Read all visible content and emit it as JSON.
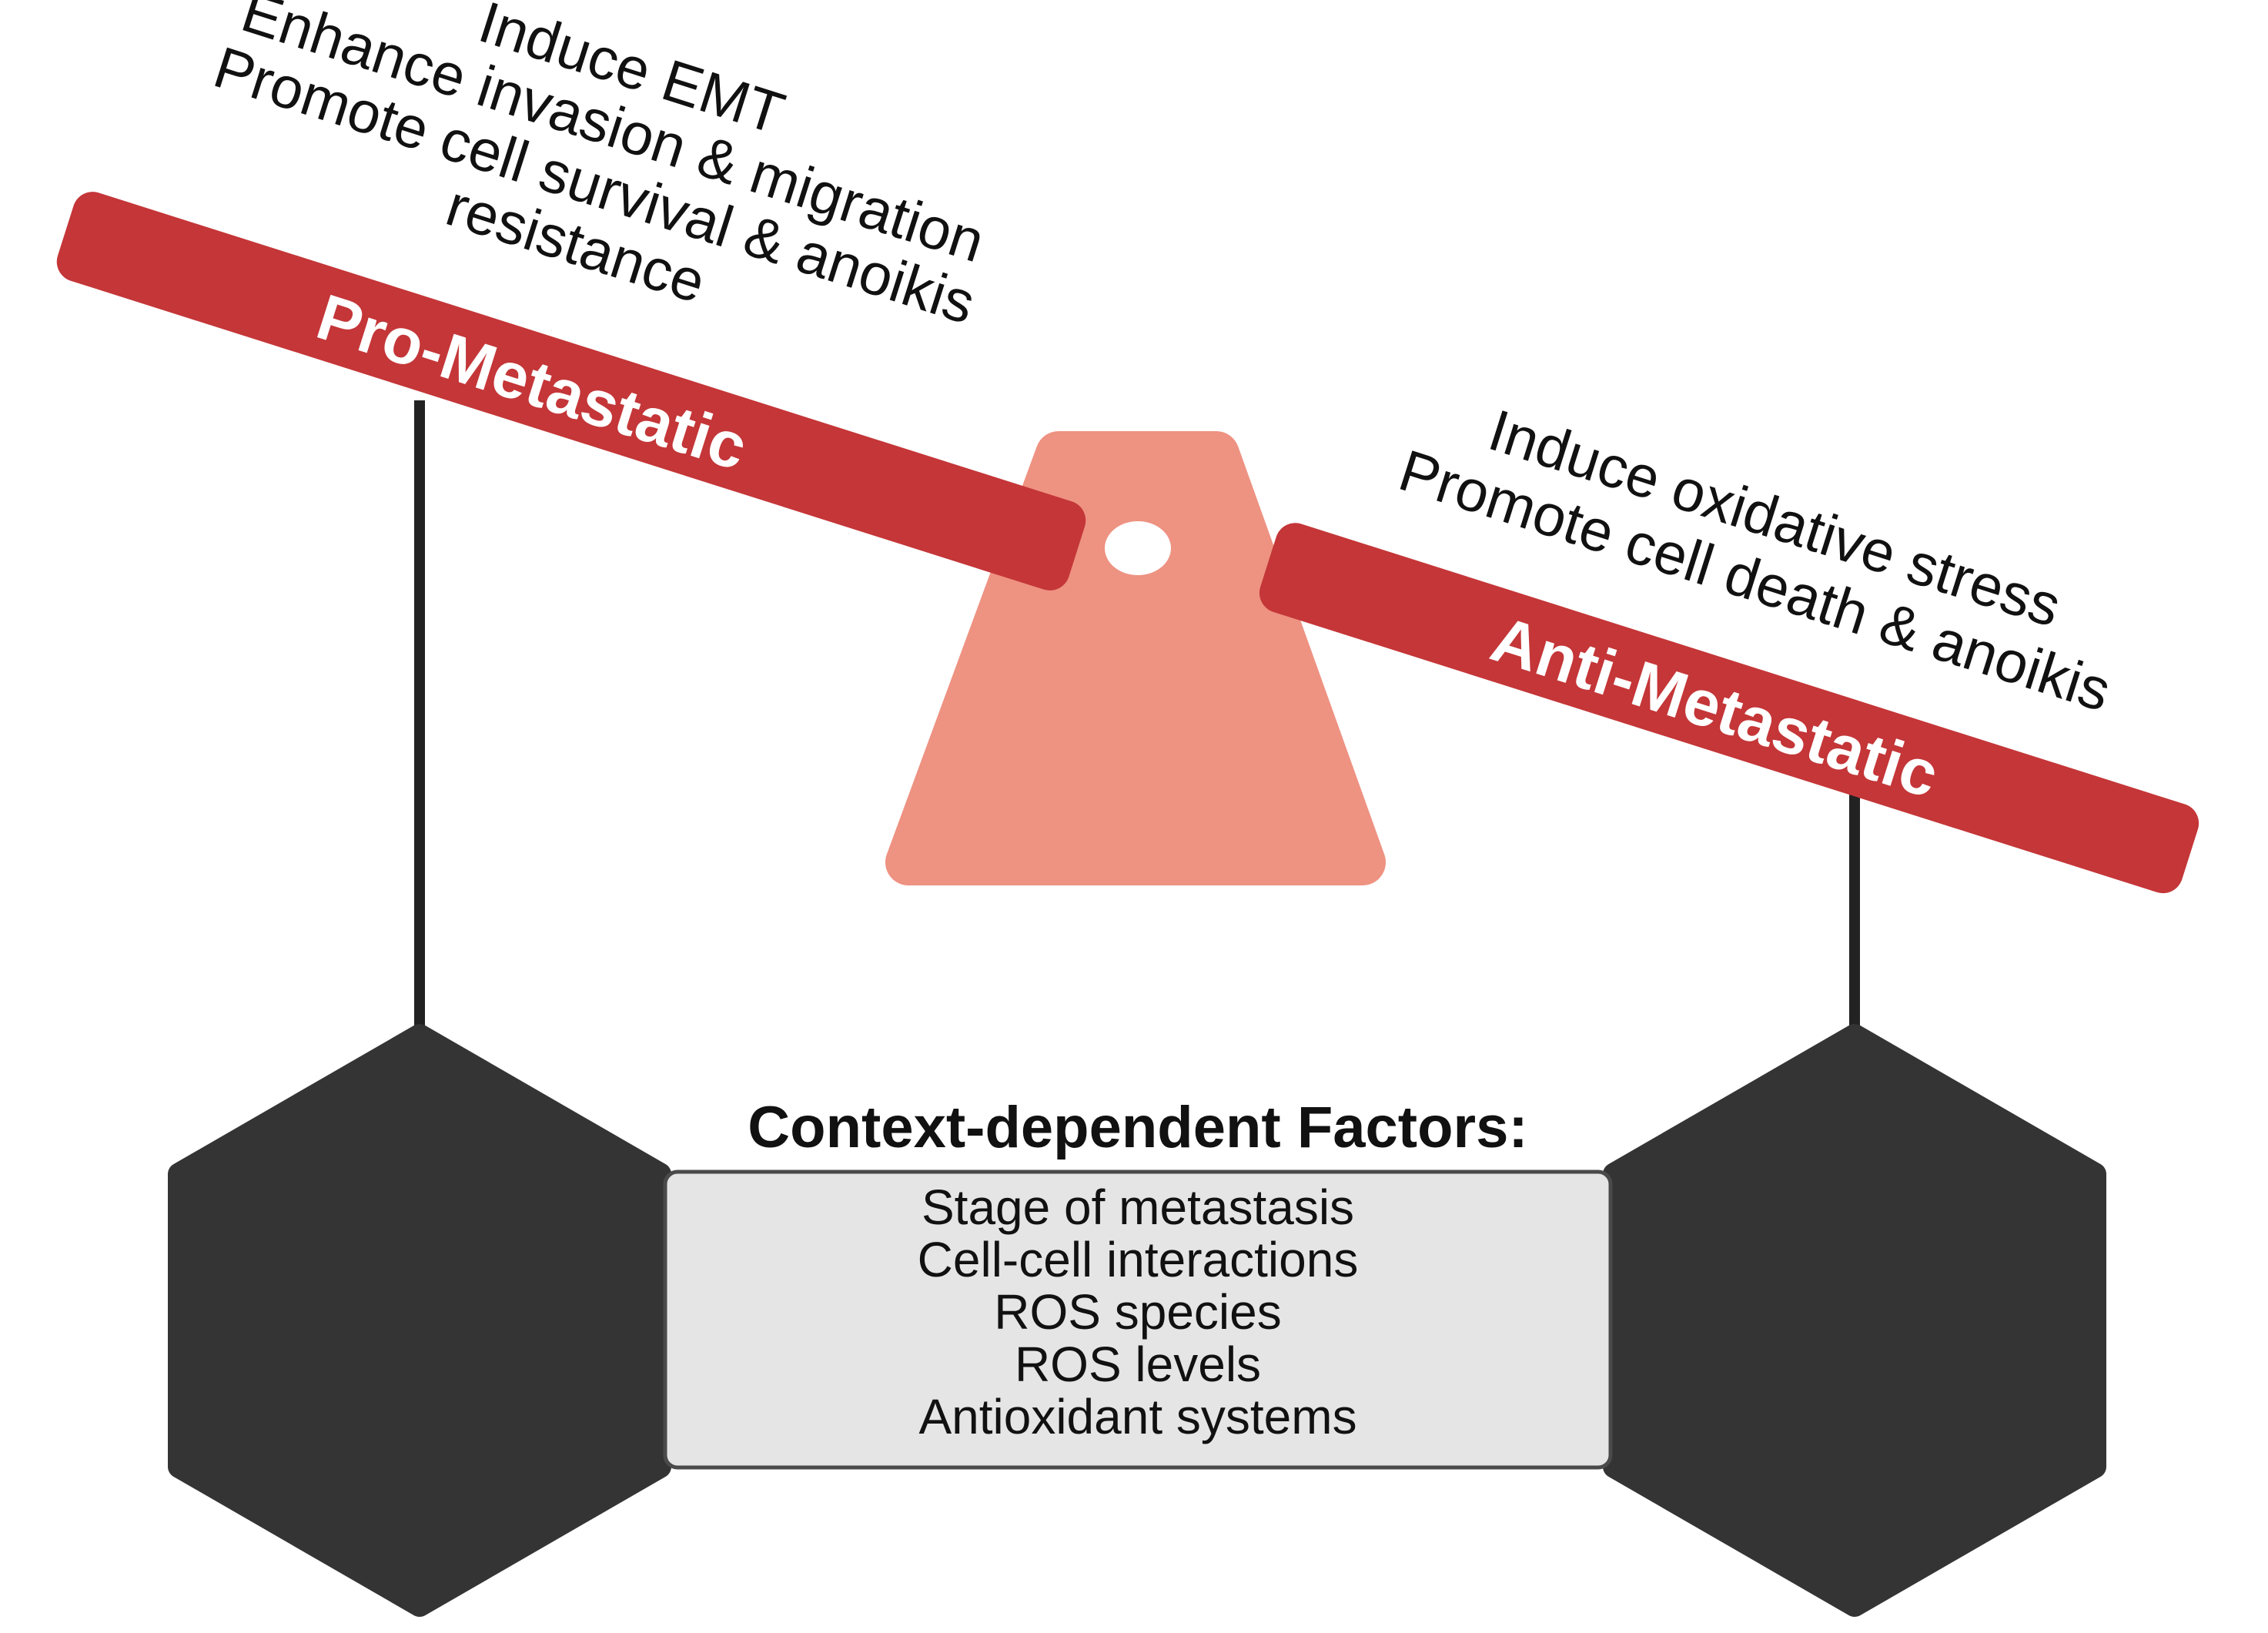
{
  "colors": {
    "bar_red": "#c43638",
    "fulcrum_salmon": "#ee9282",
    "hexagon_dark": "#343434",
    "factors_box_fill": "#e5e5e5",
    "line_dark": "#222222"
  },
  "pro_metastatic": {
    "label": "Pro-Metastatic",
    "effects": [
      "Induce EMT",
      "Enhance invasion & migration",
      "Promote cell survival & anoikis",
      "resistance"
    ]
  },
  "anti_metastatic": {
    "label": "Anti-Metastatic",
    "effects": [
      "Induce oxidative stress",
      "Promote cell death & anoikis"
    ]
  },
  "context_factors": {
    "title": "Context-dependent Factors:",
    "items": [
      "Stage of metastasis",
      "Cell-cell interactions",
      "ROS species",
      "ROS levels",
      "Antioxidant systems"
    ]
  }
}
